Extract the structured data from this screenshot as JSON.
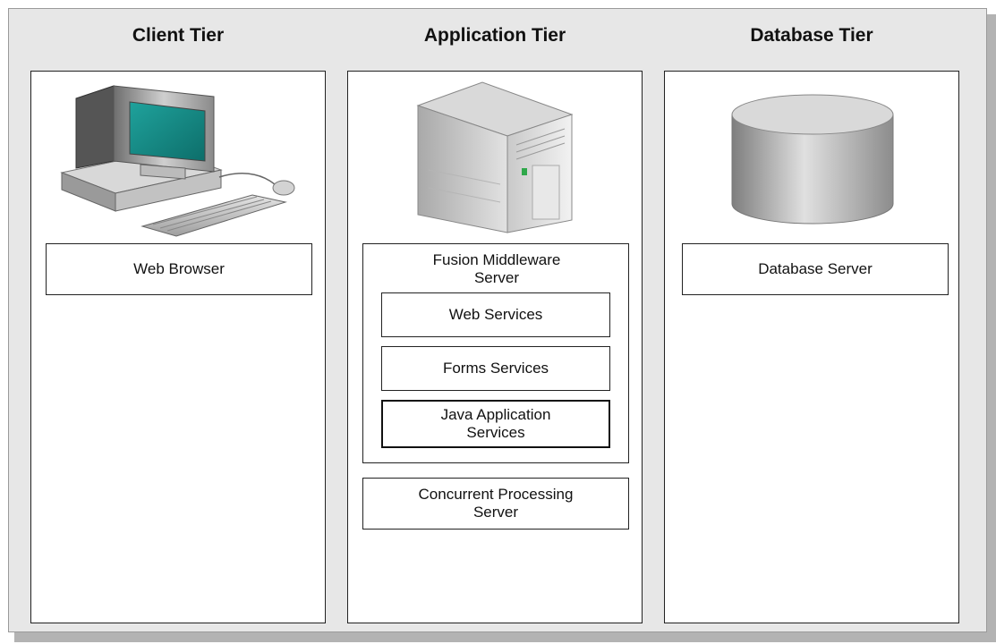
{
  "tiers": {
    "client": {
      "title": "Client Tier",
      "icon": "desktop-computer-icon",
      "components": [
        "Web Browser"
      ]
    },
    "application": {
      "title": "Application Tier",
      "icon": "server-tower-icon",
      "middleware": {
        "label": "Fusion Middleware Server",
        "services": [
          "Web Services",
          "Forms Services",
          "Java Application Services"
        ]
      },
      "components": [
        "Concurrent Processing Server"
      ]
    },
    "database": {
      "title": "Database Tier",
      "icon": "database-cylinder-icon",
      "components": [
        "Database Server"
      ]
    }
  },
  "colors": {
    "background": "#e7e7e7",
    "screen": "#1a8f8a",
    "panel": "#ffffff"
  }
}
